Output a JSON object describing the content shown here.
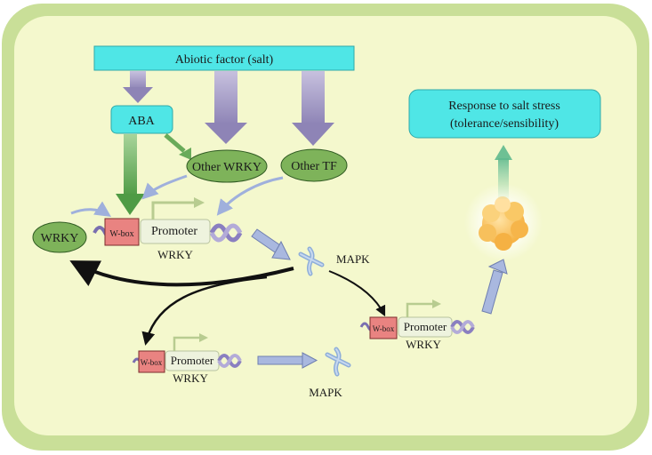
{
  "diagram": {
    "abiotic_factor": "Abiotic factor (salt)",
    "aba": "ABA",
    "other_wrky": "Other WRKY",
    "other_tf": "Other TF",
    "wrky_protein": "WRKY",
    "response_line1": "Response to salt stress",
    "response_line2": "(tolerance/sensibility)",
    "gene1": {
      "box": "W-box",
      "promoter": "Promoter",
      "name": "WRKY"
    },
    "gene2": {
      "box": "W-box",
      "promoter": "Promoter",
      "name": "WRKY"
    },
    "gene3": {
      "box": "W-box",
      "promoter": "Promoter",
      "name": "WRKY"
    },
    "mapk1": "MAPK",
    "mapk2": "MAPK"
  },
  "colors": {
    "cell_wall": "#c9df98",
    "cytoplasm": "#f4f8cd",
    "cyan_box": "#4fe6e6",
    "oval_green": "#7eb35a",
    "wbox_red": "#e98381",
    "promoter_fill": "#eef3de",
    "purple_arrow": "#9b91be",
    "green_arrow": "#69ab5a",
    "blue_arrow": "#aab5dc"
  }
}
